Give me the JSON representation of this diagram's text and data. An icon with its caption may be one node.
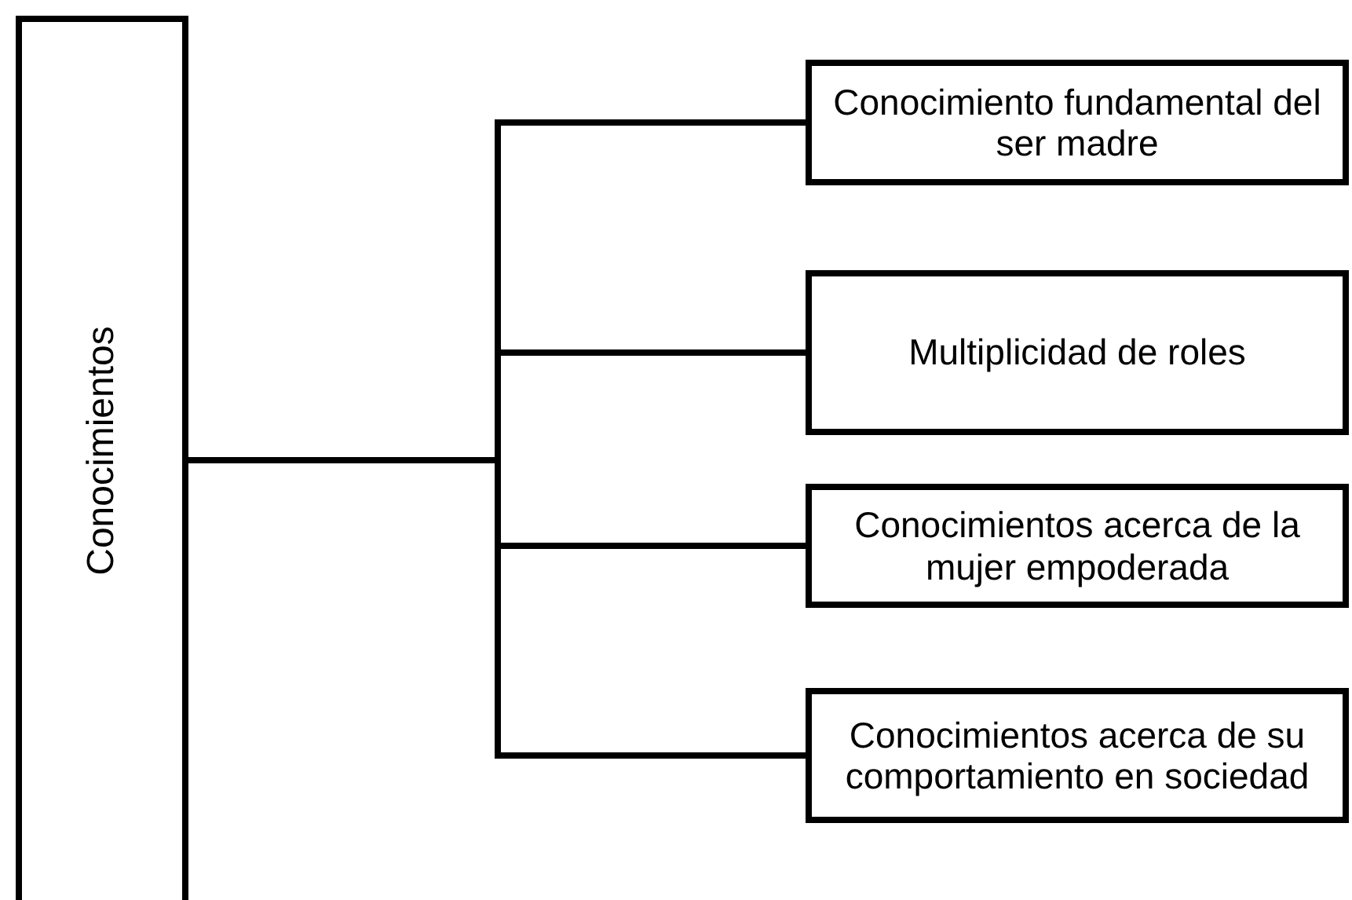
{
  "diagram": {
    "nodes": [
      {
        "text": [
          "Conocimientos"
        ]
      },
      {
        "text": [
          "Conocimiento fundamental del ser madre"
        ]
      },
      {
        "text": [
          "Multiplicidad de roles"
        ]
      },
      {
        "text": [
          "Conocimientos acerca de la mujer empoderada"
        ]
      },
      {
        "text": [
          "Conocimientos acerca de su comportamiento en sociedad"
        ]
      }
    ],
    "edges": [
      {
        "from": 0,
        "to": 1,
        "arrow": "none"
      },
      {
        "from": 0,
        "to": 2,
        "arrow": "none"
      },
      {
        "from": 0,
        "to": 3,
        "arrow": "none"
      },
      {
        "from": 0,
        "to": 4,
        "arrow": "none"
      }
    ]
  }
}
